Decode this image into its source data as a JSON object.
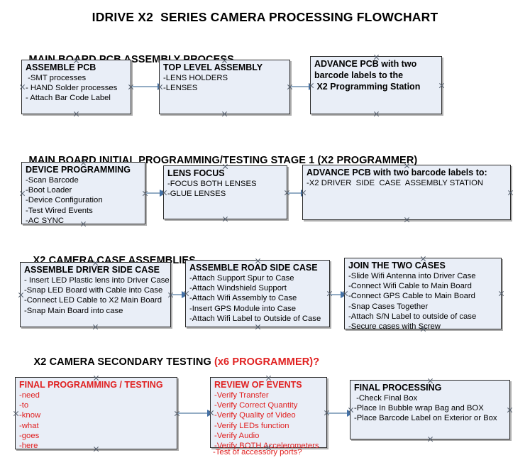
{
  "title": "IDRIVE X2  SERIES CAMERA PROCESSING FLOWCHART",
  "sections": [
    {
      "id": "main-board-pcb-assembly",
      "heading": "MAIN BOARD PCB ASSEMBLY PROCESS",
      "heading_accent": "",
      "nodes": [
        {
          "id": "assemble-pcb",
          "title": "ASSEMBLE PCB",
          "lines": [
            " -SMT processes",
            "- HAND Solder processes",
            "- Attach Bar Code Label"
          ],
          "style": "normal"
        },
        {
          "id": "top-level-assembly",
          "title": "TOP LEVEL ASSEMBLY",
          "lines": [
            "-LENS HOLDERS",
            "-LENSES"
          ],
          "style": "normal"
        },
        {
          "id": "advance-pcb-to-x2-programming-station",
          "title": "ADVANCE PCB with two",
          "lines": [
            "barcode labels to the",
            " X2 Programming Station"
          ],
          "style": "allbold"
        }
      ]
    },
    {
      "id": "main-board-initial-programming",
      "heading": "MAIN BOARD INITIAL PROGRAMMING/TESTING STAGE 1 (X2 PROGRAMMER)",
      "heading_accent": "",
      "nodes": [
        {
          "id": "device-programming",
          "title": "DEVICE PROGRAMMING",
          "lines": [
            "-Scan Barcode",
            "-Boot Loader",
            "-Device Configuration",
            "-Test Wired Events",
            "-AC SYNC"
          ],
          "style": "normal"
        },
        {
          "id": "lens-focus",
          "title": "LENS FOCUS",
          "lines": [
            "-FOCUS BOTH LENSES",
            "-GLUE LENSES"
          ],
          "style": "normal"
        },
        {
          "id": "advance-pcb-to-driver-side-case-station",
          "title": "ADVANCE PCB with two barcode labels to:",
          "lines": [
            "-X2 DRIVER  SIDE  CASE  ASSEMBLY STATION"
          ],
          "style": "normal"
        }
      ]
    },
    {
      "id": "x2-camera-case-assemblies",
      "heading": "X2 CAMERA CASE ASSEMBLIES",
      "heading_accent": "",
      "nodes": [
        {
          "id": "assemble-driver-side-case",
          "title": "ASSEMBLE DRIVER SIDE CASE",
          "lines": [
            "- Insert LED Plastic lens into Driver Case",
            "-Snap LED Board with Cable into Case",
            "-Connect LED Cable to X2 Main Board",
            "-Snap Main Board into case"
          ],
          "style": "normal"
        },
        {
          "id": "assemble-road-side-case",
          "title": "ASSEMBLE ROAD SIDE CASE",
          "lines": [
            "-Attach Support Spur to Case",
            "-Attach Windshield Support",
            "-Attach Wifi Assembly to Case",
            "-Insert GPS Module into Case",
            "-Attach Wifi Label to Outside of Case"
          ],
          "style": "normal"
        },
        {
          "id": "join-the-two-cases",
          "title": "JOIN THE TWO CASES",
          "lines": [
            "-Slide Wifi Antenna into Driver Case",
            "-Connect Wifi Cable to Main Board",
            "-Connect GPS Cable to Main Board",
            "-Snap Cases Together",
            "-Attach S/N Label to outside of case",
            "-Secure cases with Screw"
          ],
          "style": "normal"
        }
      ]
    },
    {
      "id": "x2-camera-secondary-testing",
      "heading": "X2 CAMERA SECONDARY TESTING ",
      "heading_accent": "(x6 PROGRAMMER)?",
      "nodes": [
        {
          "id": "final-programming-testing",
          "title": "FINAL PROGRAMMING / TESTING",
          "lines": [
            "-need",
            "-to",
            "-know",
            "-what",
            "-goes",
            "-here"
          ],
          "style": "red"
        },
        {
          "id": "review-of-events",
          "title": "REVIEW OF EVENTS",
          "lines": [
            "-Verify Transfer",
            "-Verify Correct Quantity",
            "-Verify Quality of Video",
            "-Verify LEDs function",
            "-Verify Audio",
            "-Verify BOTH Accelerometers"
          ],
          "overflow_line": "-Test of accessory ports?",
          "style": "red"
        },
        {
          "id": "final-processing",
          "title": "FINAL PROCESSING",
          "lines": [
            " -Check Final Box",
            "-Place In Bubble wrap Bag and BOX",
            "-Place Barcode Label on Exterior or Box"
          ],
          "style": "normal"
        }
      ]
    }
  ],
  "colors": {
    "node_fill": "#e9eef7",
    "node_border": "#2b2b2b",
    "accent_red": "#e02020",
    "arrow_line": "#93acc4",
    "arrow_head": "#4472a8",
    "text": "#000000"
  }
}
